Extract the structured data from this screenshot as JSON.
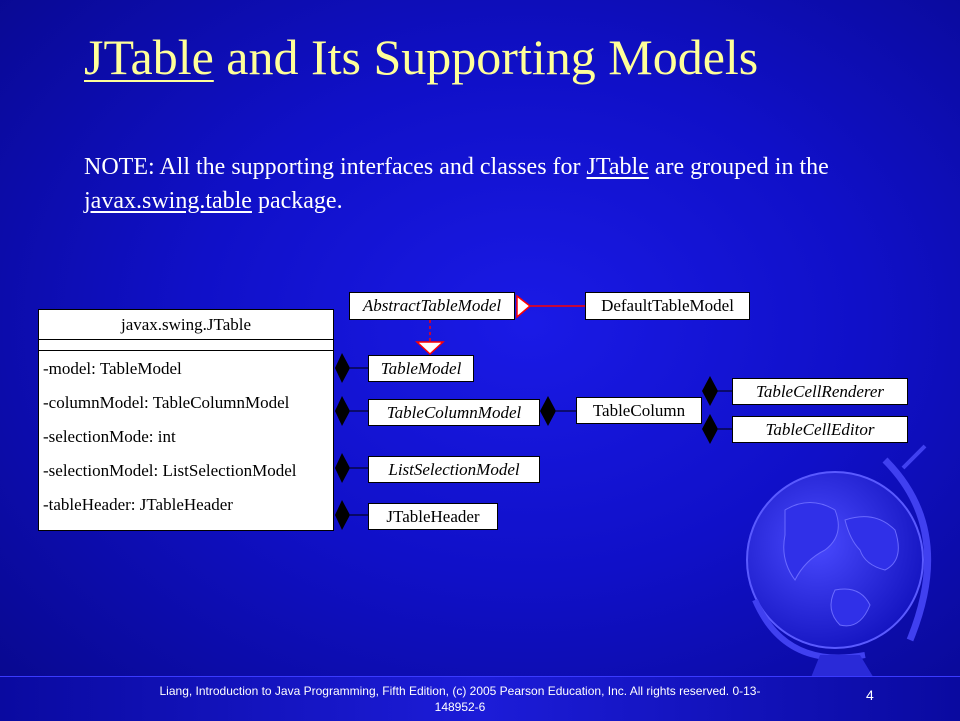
{
  "slide": {
    "title_part1": "JTable",
    "title_part2": " and Its Supporting Models",
    "note_prefix": "NOTE: All the supporting interfaces and classes for ",
    "note_link1": "JTable",
    "note_middle": " are grouped in the ",
    "note_link2": "javax.swing.table",
    "note_suffix": " package."
  },
  "diagram": {
    "jtable_class": {
      "name": "javax.swing.JTable",
      "attributes": [
        "-model: TableModel",
        "-columnModel: TableColumnModel",
        "-selectionMode: int",
        "-selectionModel: ListSelectionModel",
        "-tableHeader: JTableHeader"
      ]
    },
    "abstract_table_model": "AbstractTableModel",
    "default_table_model": "DefaultTableModel",
    "table_model": "TableModel",
    "table_column_model": "TableColumnModel",
    "list_selection_model": "ListSelectionModel",
    "jtable_header": "JTableHeader",
    "table_column": "TableColumn",
    "table_cell_renderer": "TableCellRenderer",
    "table_cell_editor": "TableCellEditor"
  },
  "footer": {
    "text": "Liang, Introduction to Java Programming, Fifth Edition, (c) 2005 Pearson Education, Inc. All rights reserved. 0-13-148952-6",
    "page_number": "4"
  },
  "colors": {
    "background": "#1010c8",
    "title": "#ffff99",
    "arrow": "#ff0000"
  }
}
